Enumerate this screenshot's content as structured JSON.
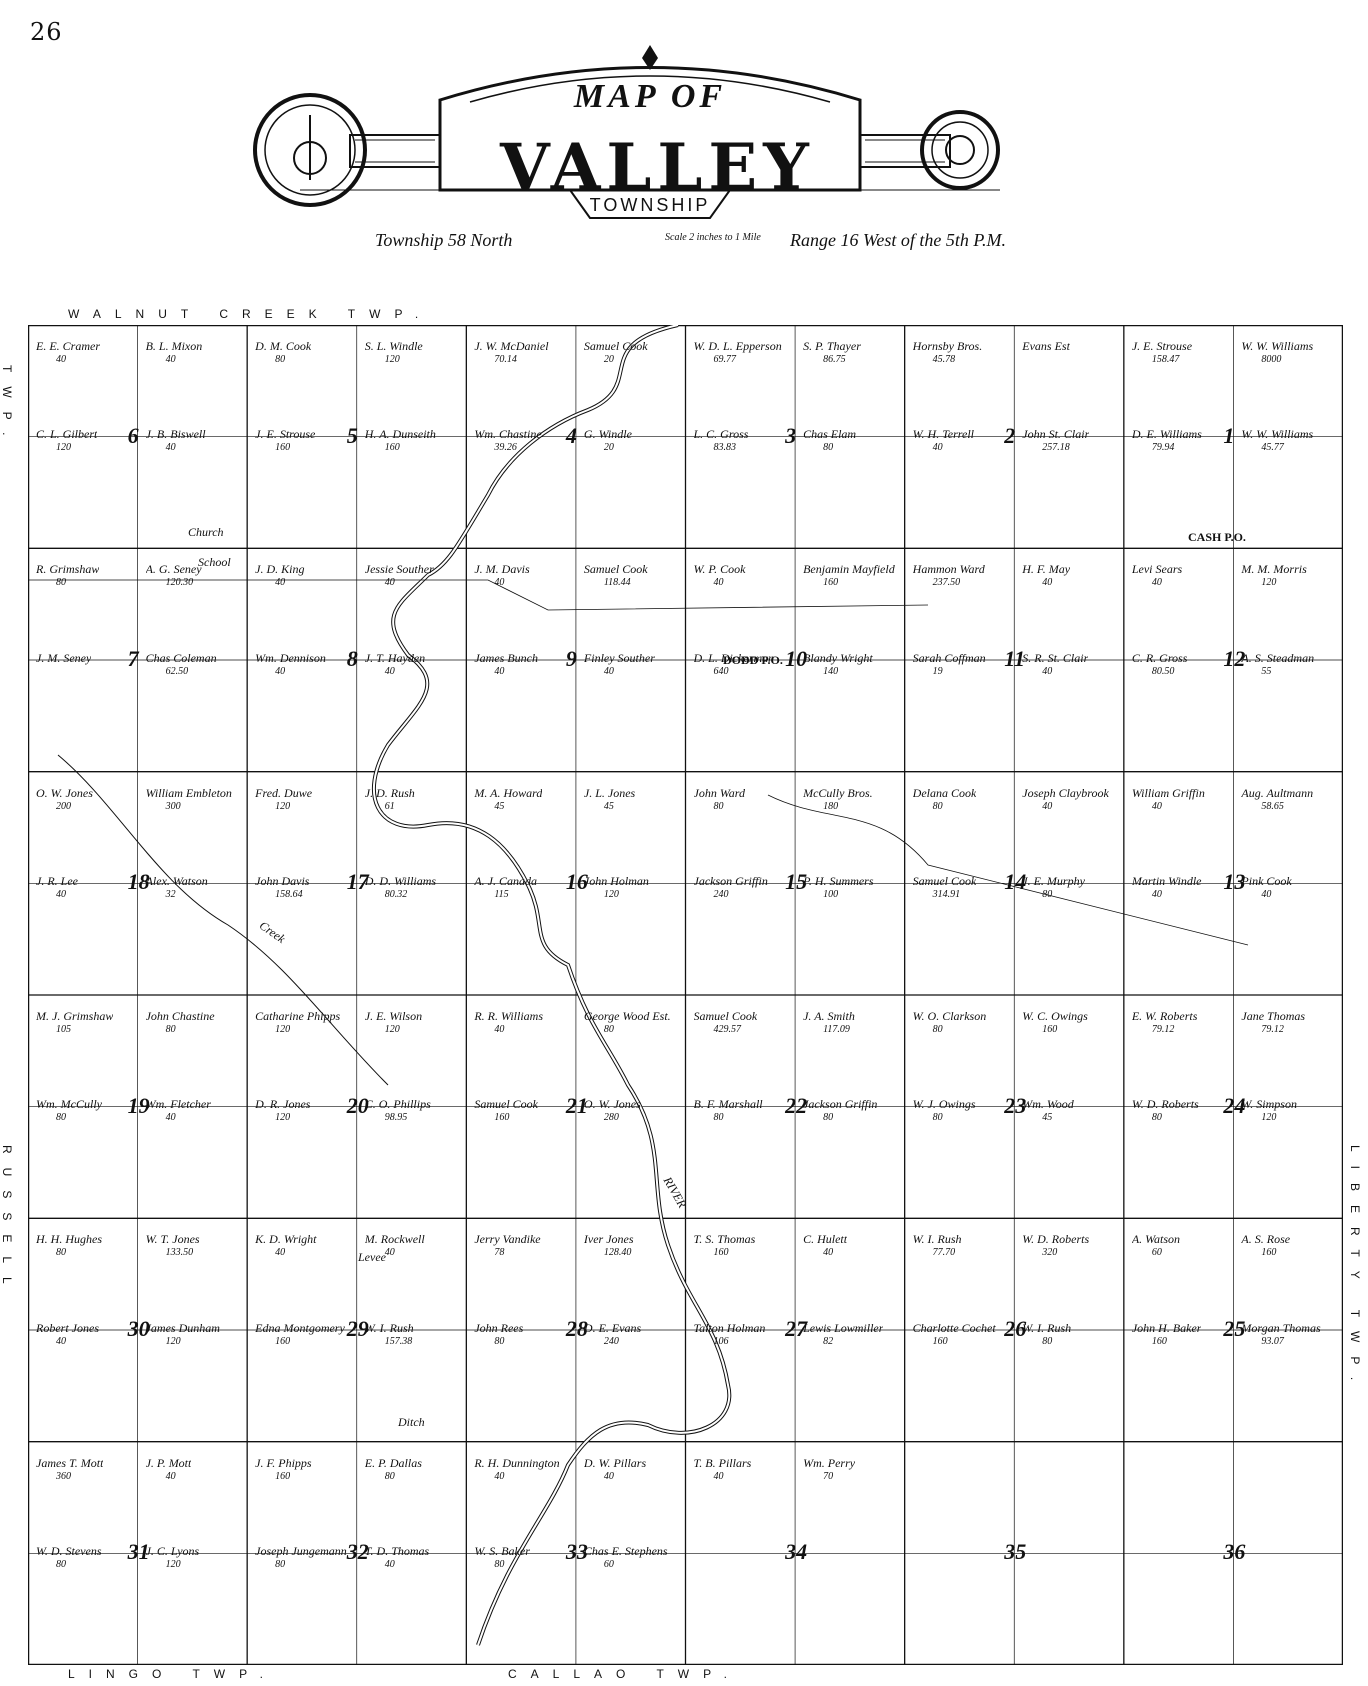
{
  "page_number": "26",
  "header": {
    "map_of": "MAP OF",
    "name": "VALLEY",
    "township": "TOWNSHIP",
    "township_line": "Township 58 North",
    "scale": "Scale 2 inches to 1 Mile",
    "range_line": "Range 16 West of the 5th P.M."
  },
  "borders": {
    "north": "WALNUT CREEK TWP.",
    "south_left": "LINGO TWP.",
    "south_right": "CALLAO TWP.",
    "west_top": "TWP.",
    "west_bottom": "RUSSELL",
    "east": "LIBERTY TWP."
  },
  "sections": [
    "1",
    "2",
    "3",
    "4",
    "5",
    "6",
    "7",
    "8",
    "9",
    "10",
    "11",
    "12",
    "13",
    "14",
    "15",
    "16",
    "17",
    "18",
    "19",
    "20",
    "21",
    "22",
    "23",
    "24",
    "25",
    "26",
    "27",
    "28",
    "29",
    "30",
    "31",
    "32",
    "33",
    "34",
    "35",
    "36"
  ],
  "places": {
    "dodd_po": "DODD P.O.",
    "cash_po": "CASH P.O.",
    "school": "School",
    "church": "Church",
    "river": "RIVER",
    "creek": "Creek",
    "levee": "Levee",
    "ditch": "Ditch"
  },
  "landowners": [
    {
      "name": "J. E. Strouse",
      "acres": "158.47"
    },
    {
      "name": "W. W. Williams",
      "acres": "8000"
    },
    {
      "name": "D. E. Williams",
      "acres": "79.94"
    },
    {
      "name": "W. W. Williams",
      "acres": "45.77"
    },
    {
      "name": "Hornsby Bros.",
      "acres": "45.78"
    },
    {
      "name": "Evans Est",
      "acres": ""
    },
    {
      "name": "W. H. Terrell",
      "acres": "40"
    },
    {
      "name": "John St. Clair",
      "acres": "257.18"
    },
    {
      "name": "W. D. L. Epperson",
      "acres": "69.77"
    },
    {
      "name": "S. P. Thayer",
      "acres": "86.75"
    },
    {
      "name": "L. C. Gross",
      "acres": "83.83"
    },
    {
      "name": "Chas Elam",
      "acres": "80"
    },
    {
      "name": "J. W. McDaniel",
      "acres": "70.14"
    },
    {
      "name": "Samuel Cook",
      "acres": "20"
    },
    {
      "name": "Wm. Chastine",
      "acres": "39.26"
    },
    {
      "name": "G. Windle",
      "acres": "20"
    },
    {
      "name": "D. M. Cook",
      "acres": "80"
    },
    {
      "name": "S. L. Windle",
      "acres": "120"
    },
    {
      "name": "J. E. Strouse",
      "acres": "160"
    },
    {
      "name": "H. A. Dunseith",
      "acres": "160"
    },
    {
      "name": "E. E. Cramer",
      "acres": "40"
    },
    {
      "name": "B. L. Mixon",
      "acres": "40"
    },
    {
      "name": "C. L. Gilbert",
      "acres": "120"
    },
    {
      "name": "J. B. Biswell",
      "acres": "40"
    },
    {
      "name": "R. Grimshaw",
      "acres": "80"
    },
    {
      "name": "A. G. Seney",
      "acres": "120.30"
    },
    {
      "name": "J. M. Seney",
      "acres": ""
    },
    {
      "name": "Chas Coleman",
      "acres": "62.50"
    },
    {
      "name": "J. D. King",
      "acres": "40"
    },
    {
      "name": "Jessie Souther",
      "acres": "40"
    },
    {
      "name": "Wm. Dennison",
      "acres": "40"
    },
    {
      "name": "J. T. Hayden",
      "acres": "40"
    },
    {
      "name": "J. M. Davis",
      "acres": "40"
    },
    {
      "name": "Samuel Cook",
      "acres": "118.44"
    },
    {
      "name": "James Bunch",
      "acres": "40"
    },
    {
      "name": "Finley Souther",
      "acres": "40"
    },
    {
      "name": "W. P. Cook",
      "acres": "40"
    },
    {
      "name": "Benjamin Mayfield",
      "acres": "160"
    },
    {
      "name": "D. L. Dickerman",
      "acres": "640"
    },
    {
      "name": "Blandy Wright",
      "acres": "140"
    },
    {
      "name": "Hammon Ward",
      "acres": "237.50"
    },
    {
      "name": "H. F. May",
      "acres": "40"
    },
    {
      "name": "Sarah Coffman",
      "acres": "19"
    },
    {
      "name": "S. R. St. Clair",
      "acres": "40"
    },
    {
      "name": "Levi Sears",
      "acres": "40"
    },
    {
      "name": "M. M. Morris",
      "acres": "120"
    },
    {
      "name": "C. R. Gross",
      "acres": "80.50"
    },
    {
      "name": "A. S. Steadman",
      "acres": "55"
    },
    {
      "name": "William Griffin",
      "acres": "40"
    },
    {
      "name": "Aug. Aultmann",
      "acres": "58.65"
    },
    {
      "name": "Martin Windle",
      "acres": "40"
    },
    {
      "name": "Pink Cook",
      "acres": "40"
    },
    {
      "name": "Delana Cook",
      "acres": "80"
    },
    {
      "name": "Joseph Claybrook",
      "acres": "40"
    },
    {
      "name": "Samuel Cook",
      "acres": "314.91"
    },
    {
      "name": "J. E. Murphy",
      "acres": "80"
    },
    {
      "name": "John Ward",
      "acres": "80"
    },
    {
      "name": "McCully Bros.",
      "acres": "180"
    },
    {
      "name": "Jackson Griffin",
      "acres": "240"
    },
    {
      "name": "P. H. Summers",
      "acres": "100"
    },
    {
      "name": "M. A. Howard",
      "acres": "45"
    },
    {
      "name": "J. L. Jones",
      "acres": "45"
    },
    {
      "name": "A. J. Canada",
      "acres": "115"
    },
    {
      "name": "John Holman",
      "acres": "120"
    },
    {
      "name": "Fred. Duwe",
      "acres": "120"
    },
    {
      "name": "J. D. Rush",
      "acres": "61"
    },
    {
      "name": "John Davis",
      "acres": "158.64"
    },
    {
      "name": "D. D. Williams",
      "acres": "80.32"
    },
    {
      "name": "O. W. Jones",
      "acres": "200"
    },
    {
      "name": "William Embleton",
      "acres": "300"
    },
    {
      "name": "J. R. Lee",
      "acres": "40"
    },
    {
      "name": "Alex. Watson",
      "acres": "32"
    },
    {
      "name": "M. J. Grimshaw",
      "acres": "105"
    },
    {
      "name": "John Chastine",
      "acres": "80"
    },
    {
      "name": "Wm. McCully",
      "acres": "80"
    },
    {
      "name": "Wm. Fletcher",
      "acres": "40"
    },
    {
      "name": "Catharine Phipps",
      "acres": "120"
    },
    {
      "name": "J. E. Wilson",
      "acres": "120"
    },
    {
      "name": "D. R. Jones",
      "acres": "120"
    },
    {
      "name": "C. O. Phillips",
      "acres": "98.95"
    },
    {
      "name": "R. R. Williams",
      "acres": "40"
    },
    {
      "name": "George Wood Est.",
      "acres": "80"
    },
    {
      "name": "Samuel Cook",
      "acres": "160"
    },
    {
      "name": "O. W. Jones",
      "acres": "280"
    },
    {
      "name": "Samuel Cook",
      "acres": "429.57"
    },
    {
      "name": "J. A. Smith",
      "acres": "117.09"
    },
    {
      "name": "B. F. Marshall",
      "acres": "80"
    },
    {
      "name": "Jackson Griffin",
      "acres": "80"
    },
    {
      "name": "W. O. Clarkson",
      "acres": "80"
    },
    {
      "name": "W. C. Owings",
      "acres": "160"
    },
    {
      "name": "W. J. Owings",
      "acres": "80"
    },
    {
      "name": "Wm. Wood",
      "acres": "45"
    },
    {
      "name": "E. W. Roberts",
      "acres": "79.12"
    },
    {
      "name": "Jane Thomas",
      "acres": "79.12"
    },
    {
      "name": "W. D. Roberts",
      "acres": "80"
    },
    {
      "name": "W. Simpson",
      "acres": "120"
    },
    {
      "name": "A. Watson",
      "acres": "60"
    },
    {
      "name": "A. S. Rose",
      "acres": "160"
    },
    {
      "name": "John H. Baker",
      "acres": "160"
    },
    {
      "name": "Morgan Thomas",
      "acres": "93.07"
    },
    {
      "name": "W. I. Rush",
      "acres": "77.70"
    },
    {
      "name": "W. D. Roberts",
      "acres": "320"
    },
    {
      "name": "Charlotte Cochet",
      "acres": "160"
    },
    {
      "name": "W. I. Rush",
      "acres": "80"
    },
    {
      "name": "T. S. Thomas",
      "acres": "160"
    },
    {
      "name": "C. Hulett",
      "acres": "40"
    },
    {
      "name": "Talton Holman",
      "acres": "106"
    },
    {
      "name": "Lewis Lowmiller",
      "acres": "82"
    },
    {
      "name": "Jerry Vandike",
      "acres": "78"
    },
    {
      "name": "Iver Jones",
      "acres": "128.40"
    },
    {
      "name": "John Rees",
      "acres": "80"
    },
    {
      "name": "D. E. Evans",
      "acres": "240"
    },
    {
      "name": "K. D. Wright",
      "acres": "40"
    },
    {
      "name": "M. Rockwell",
      "acres": "40"
    },
    {
      "name": "Edna Montgomery",
      "acres": "160"
    },
    {
      "name": "W. I. Rush",
      "acres": "157.38"
    },
    {
      "name": "H. H. Hughes",
      "acres": "80"
    },
    {
      "name": "W. T. Jones",
      "acres": "133.50"
    },
    {
      "name": "Robert Jones",
      "acres": "40"
    },
    {
      "name": "James Dunham",
      "acres": "120"
    },
    {
      "name": "James T. Mott",
      "acres": "360"
    },
    {
      "name": "J. P. Mott",
      "acres": "40"
    },
    {
      "name": "W. D. Stevens",
      "acres": "80"
    },
    {
      "name": "J. C. Lyons",
      "acres": "120"
    },
    {
      "name": "J. F. Phipps",
      "acres": "160"
    },
    {
      "name": "E. P. Dallas",
      "acres": "80"
    },
    {
      "name": "Joseph Jungemann",
      "acres": "80"
    },
    {
      "name": "T. D. Thomas",
      "acres": "40"
    },
    {
      "name": "R. H. Dunnington",
      "acres": "40"
    },
    {
      "name": "D. W. Pillars",
      "acres": "40"
    },
    {
      "name": "W. S. Baker",
      "acres": "80"
    },
    {
      "name": "Chas E. Stephens",
      "acres": "60"
    },
    {
      "name": "T. B. Pillars",
      "acres": "40"
    },
    {
      "name": "Wm. Perry",
      "acres": "70"
    }
  ]
}
